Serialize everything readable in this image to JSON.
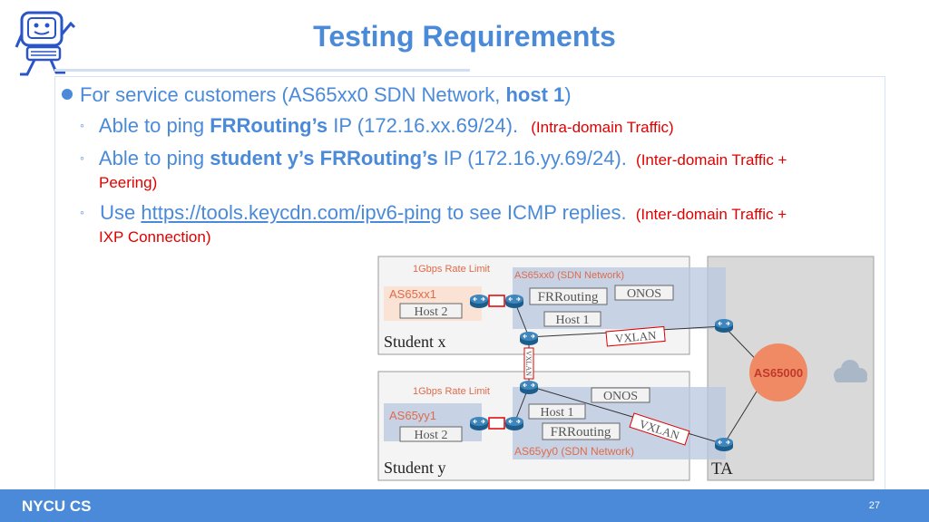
{
  "title": "Testing Requirements",
  "bullets": {
    "main": {
      "text": "For service customers (AS65xx0 SDN Network, ",
      "bold": "host 1",
      "end": ")"
    },
    "sub1": {
      "t1": "Able to ping ",
      "b1": "FRRouting’s",
      "t2": " IP (172.16.xx.69/24).",
      "note": "(Intra-domain Traffic)"
    },
    "sub2": {
      "t1": "Able to ping ",
      "b1": "student y’s FRRouting’s",
      "t2": " IP (172.16.yy.69/24).",
      "note": "(Inter-domain Traffic +",
      "note_cont": "Peering)"
    },
    "sub3": {
      "t1": "Use ",
      "link": "https://tools.keycdn.com/ipv6-ping",
      "t2": " to see ICMP replies.",
      "note": "(Inter-domain Traffic +",
      "note_cont": "IXP Connection)"
    }
  },
  "diagram": {
    "top": {
      "rate_limit": "1Gbps Rate Limit",
      "sdn_network": "AS65xx0 (SDN Network)",
      "left_as": "AS65xx1",
      "host2": "Host 2",
      "frrouting": "FRRouting",
      "onos": "ONOS",
      "host1": "Host 1",
      "vxlan": "VXLAN",
      "label": "Student x"
    },
    "middle_vxlan": "VXLAN",
    "bottom": {
      "rate_limit": "1Gbps Rate Limit",
      "onos": "ONOS",
      "left_as": "AS65yy1",
      "host1": "Host 1",
      "host2": "Host 2",
      "frrouting": "FRRouting",
      "vxlan": "VXLAN",
      "sdn_network": "AS65yy0 (SDN Network)",
      "label": "Student y"
    },
    "ta": {
      "as": "AS65000",
      "label": "TA"
    }
  },
  "footer": {
    "label": "NYCU CS",
    "page": "27"
  },
  "colors": {
    "accent": "#4a8ad8",
    "red_note": "#e00000",
    "orange_label": "#e06a4a",
    "as_node": "#f08a64"
  }
}
